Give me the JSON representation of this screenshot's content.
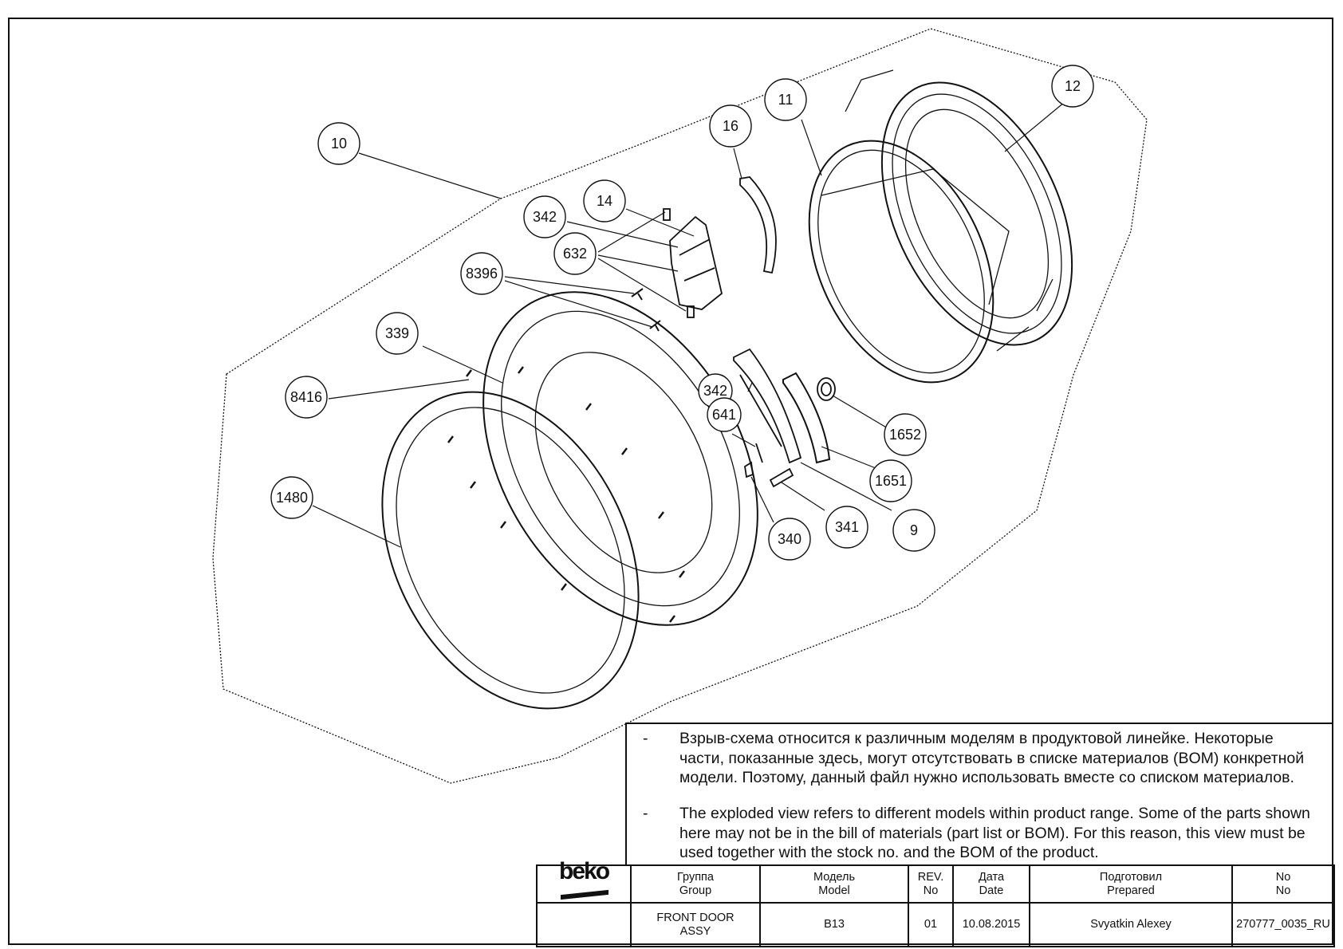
{
  "callouts": [
    {
      "id": "c-10",
      "label": "10"
    },
    {
      "id": "c-11",
      "label": "11"
    },
    {
      "id": "c-12",
      "label": "12"
    },
    {
      "id": "c-16",
      "label": "16"
    },
    {
      "id": "c-14",
      "label": "14"
    },
    {
      "id": "c-342a",
      "label": "342"
    },
    {
      "id": "c-632",
      "label": "632"
    },
    {
      "id": "c-8396",
      "label": "8396"
    },
    {
      "id": "c-339",
      "label": "339"
    },
    {
      "id": "c-8416",
      "label": "8416"
    },
    {
      "id": "c-1480",
      "label": "1480"
    },
    {
      "id": "c-342b",
      "label": "342"
    },
    {
      "id": "c-641",
      "label": "641"
    },
    {
      "id": "c-1652",
      "label": "1652"
    },
    {
      "id": "c-1651",
      "label": "1651"
    },
    {
      "id": "c-340",
      "label": "340"
    },
    {
      "id": "c-341",
      "label": "341"
    },
    {
      "id": "c-9",
      "label": "9"
    }
  ],
  "notes": {
    "dash": "-",
    "ru": "Взрыв-схема относится к различным моделям в продуктовой линейке. Некоторые части, показанные здесь, могут отсутствовать в списке материалов (BOM) конкретной модели. Поэтому, данный файл нужно использовать вместе со списком материалов.",
    "en": "The exploded view refers to different models within product range. Some of the parts shown here may not be in the bill of materials (part list or BOM). For this reason, this view must be used together with the stock no. and the BOM of the product."
  },
  "title_block": {
    "logo": "beko",
    "headers": {
      "group_ru": "Группа",
      "group_en": "Group",
      "model_ru": "Модель",
      "model_en": "Model",
      "rev_1": "REV.",
      "rev_2": "No",
      "date_ru": "Дата",
      "date_en": "Date",
      "prepared_ru": "Подготовил",
      "prepared_en": "Prepared",
      "no_1": "No",
      "no_2": "No"
    },
    "values": {
      "group_1": "FRONT DOOR",
      "group_2": "ASSY",
      "model": "B13",
      "rev": "01",
      "date": "10.08.2015",
      "prepared": "Svyatkin Alexey",
      "no": "270777_0035_RU"
    }
  }
}
